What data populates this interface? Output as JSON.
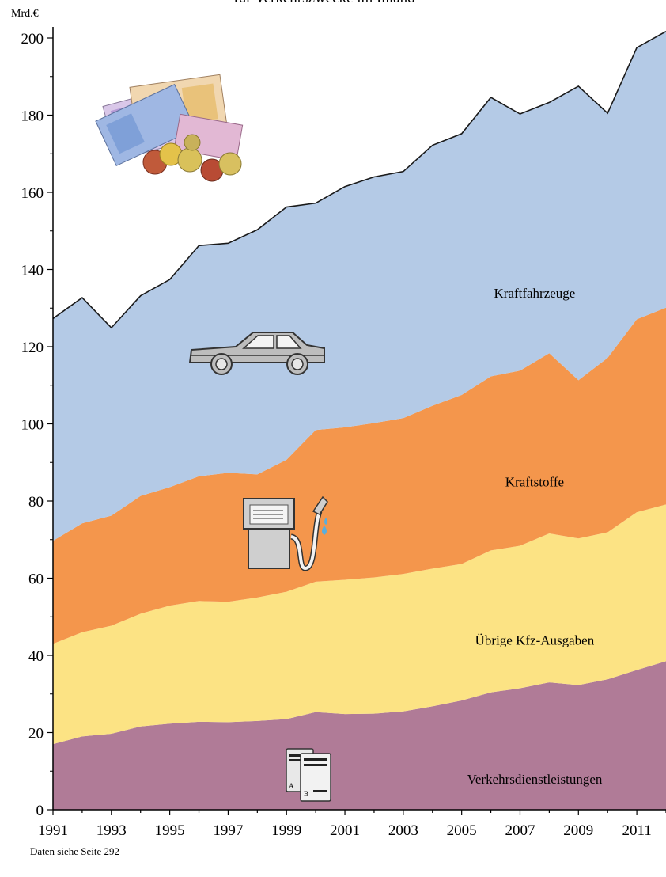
{
  "header": {
    "title_fragment": "für Verkehrszwecke im Inland"
  },
  "footer": {
    "note": "Daten siehe Seite 292"
  },
  "chart_data": {
    "type": "area",
    "stacked": true,
    "title": "für Verkehrszwecke im Inland",
    "ylabel": "Mrd.€",
    "ylim": [
      0,
      200
    ],
    "yticks": [
      0,
      20,
      40,
      60,
      80,
      100,
      120,
      140,
      160,
      180,
      200
    ],
    "xlim": [
      1991,
      2012
    ],
    "xticks": [
      1991,
      1993,
      1995,
      1997,
      1999,
      2001,
      2003,
      2005,
      2007,
      2009,
      2011
    ],
    "grid": false,
    "x": [
      1991,
      1992,
      1993,
      1994,
      1995,
      1996,
      1997,
      1998,
      1999,
      2000,
      2001,
      2002,
      2003,
      2004,
      2005,
      2006,
      2007,
      2008,
      2009,
      2010,
      2011,
      2012
    ],
    "series": [
      {
        "name": "Verkehrsdienstleistungen",
        "color": "#b07b97",
        "values": [
          17.0,
          19.0,
          19.7,
          21.6,
          22.3,
          22.8,
          22.7,
          23.0,
          23.5,
          25.3,
          24.8,
          24.9,
          25.5,
          26.8,
          28.3,
          30.4,
          31.5,
          33.0,
          32.3,
          33.8,
          36.2,
          38.5
        ]
      },
      {
        "name": "Übrige Kfz-Ausgaben",
        "color": "#fce384",
        "values": [
          26.0,
          27.0,
          28.0,
          29.2,
          30.6,
          31.3,
          31.2,
          32.0,
          33.0,
          33.8,
          34.8,
          35.3,
          35.6,
          35.7,
          35.4,
          36.8,
          36.9,
          38.6,
          38.0,
          38.1,
          40.9,
          40.6
        ]
      },
      {
        "name": "Kraftstoffe",
        "color": "#f4964c",
        "values": [
          26.7,
          28.2,
          28.5,
          30.5,
          30.7,
          32.3,
          33.4,
          31.9,
          34.2,
          39.3,
          39.5,
          40.0,
          40.4,
          42.2,
          43.8,
          45.1,
          45.4,
          46.7,
          41.0,
          45.2,
          50.0,
          51.0
        ]
      },
      {
        "name": "Kraftfahrzeuge",
        "color": "#b4cae6",
        "values": [
          57.6,
          58.5,
          48.7,
          51.9,
          53.8,
          59.8,
          59.5,
          63.4,
          65.5,
          58.8,
          62.4,
          63.8,
          63.9,
          67.5,
          67.7,
          72.3,
          66.5,
          65.0,
          76.2,
          63.4,
          70.4,
          71.6
        ]
      }
    ],
    "labels": [
      {
        "text": "Kraftfahrzeuge",
        "x": 2007.5,
        "y": 134
      },
      {
        "text": "Kraftstoffe",
        "x": 2007.5,
        "y": 85
      },
      {
        "text": "Übrige Kfz-Ausgaben",
        "x": 2007.5,
        "y": 44
      },
      {
        "text": "Verkehrsdienstleistungen",
        "x": 2007.5,
        "y": 8
      }
    ]
  },
  "icons": {
    "money": "money-icon",
    "car": "car-icon",
    "fuel_pump": "fuel-pump-icon",
    "tickets": "ticket-icon"
  }
}
